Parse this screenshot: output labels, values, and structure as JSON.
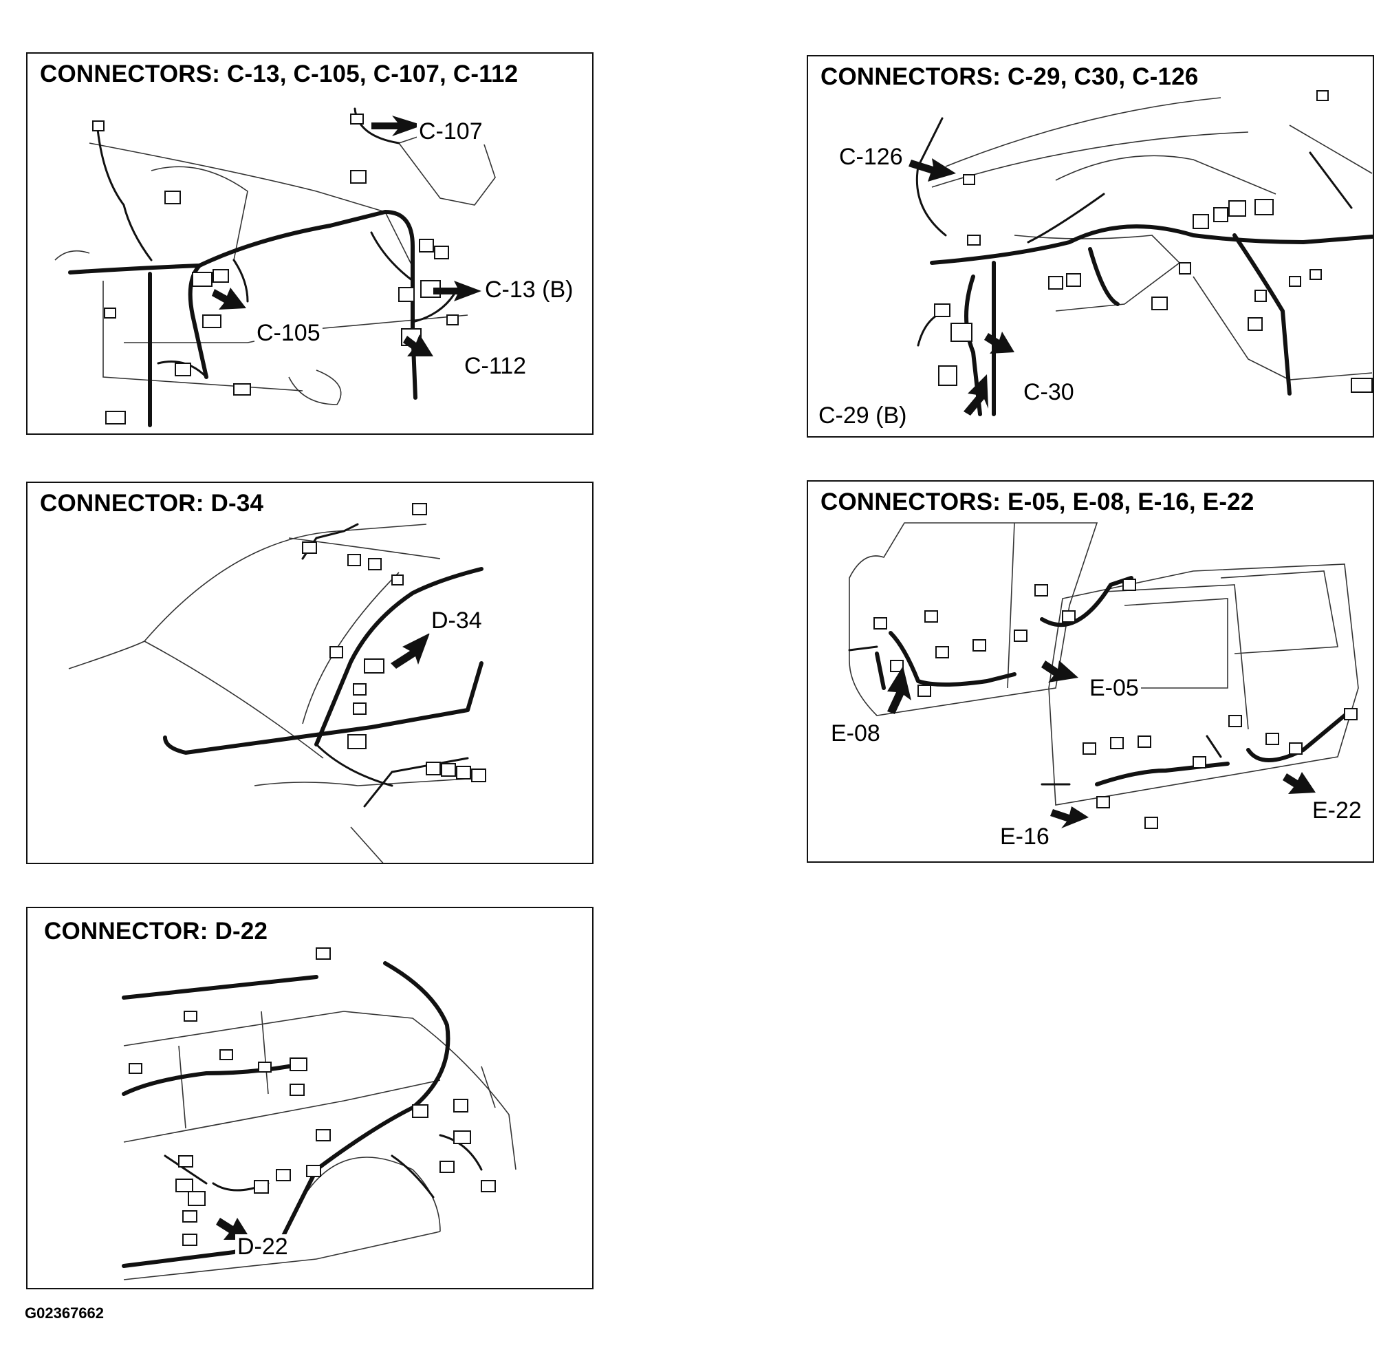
{
  "figure_id": "G02367662",
  "panels": [
    {
      "id": "panel-c13",
      "title": "CONNECTORS: C-13, C-105, C-107, C-112",
      "callouts": [
        "C-107",
        "C-13 (B)",
        "C-105",
        "C-112"
      ]
    },
    {
      "id": "panel-c29",
      "title": "CONNECTORS: C-29, C30, C-126",
      "callouts": [
        "C-126",
        "C-30",
        "C-29 (B)"
      ]
    },
    {
      "id": "panel-d34",
      "title": "CONNECTOR: D-34",
      "callouts": [
        "D-34"
      ]
    },
    {
      "id": "panel-e05",
      "title": "CONNECTORS: E-05, E-08, E-16, E-22",
      "callouts": [
        "E-05",
        "E-08",
        "E-16",
        "E-22"
      ]
    },
    {
      "id": "panel-d22",
      "title": "CONNECTOR: D-22",
      "callouts": [
        "D-22"
      ]
    }
  ]
}
